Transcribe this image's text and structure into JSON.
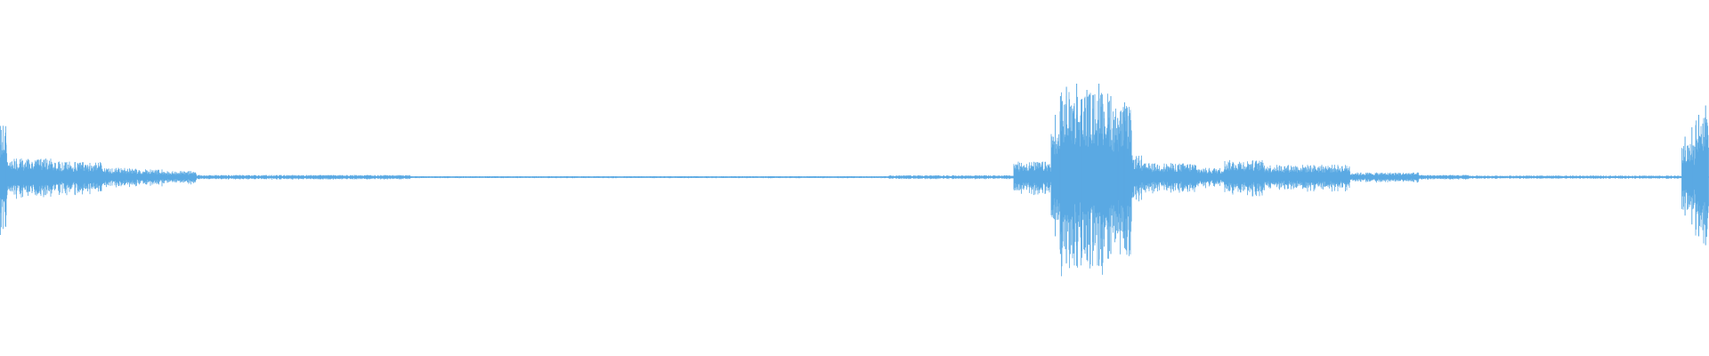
{
  "waveform": {
    "color": "#5aa9e3",
    "amplitude_scale": "linear",
    "peak_segments": [
      {
        "start": 0.0,
        "end": 0.004,
        "peak": 0.34
      },
      {
        "start": 0.004,
        "end": 0.03,
        "peak": 0.12
      },
      {
        "start": 0.03,
        "end": 0.06,
        "peak": 0.1
      },
      {
        "start": 0.06,
        "end": 0.08,
        "peak": 0.06
      },
      {
        "start": 0.08,
        "end": 0.095,
        "peak": 0.05
      },
      {
        "start": 0.095,
        "end": 0.115,
        "peak": 0.04
      },
      {
        "start": 0.115,
        "end": 0.24,
        "peak": 0.014
      },
      {
        "start": 0.24,
        "end": 0.52,
        "peak": 0.006
      },
      {
        "start": 0.52,
        "end": 0.593,
        "peak": 0.012
      },
      {
        "start": 0.593,
        "end": 0.615,
        "peak": 0.1
      },
      {
        "start": 0.615,
        "end": 0.62,
        "peak": 0.3
      },
      {
        "start": 0.62,
        "end": 0.65,
        "peak": 0.55
      },
      {
        "start": 0.65,
        "end": 0.662,
        "peak": 0.46
      },
      {
        "start": 0.662,
        "end": 0.668,
        "peak": 0.14
      },
      {
        "start": 0.668,
        "end": 0.7,
        "peak": 0.09
      },
      {
        "start": 0.7,
        "end": 0.716,
        "peak": 0.06
      },
      {
        "start": 0.716,
        "end": 0.74,
        "peak": 0.11
      },
      {
        "start": 0.74,
        "end": 0.79,
        "peak": 0.08
      },
      {
        "start": 0.79,
        "end": 0.83,
        "peak": 0.03
      },
      {
        "start": 0.83,
        "end": 0.86,
        "peak": 0.014
      },
      {
        "start": 0.86,
        "end": 0.984,
        "peak": 0.01
      },
      {
        "start": 0.984,
        "end": 0.992,
        "peak": 0.22
      },
      {
        "start": 0.992,
        "end": 1.0,
        "peak": 0.4
      }
    ],
    "spikes": [
      {
        "t": 0.0035,
        "peak": 0.22
      },
      {
        "t": 0.6175,
        "peak": 0.4
      },
      {
        "t": 0.6205,
        "peak": 0.52
      },
      {
        "t": 0.624,
        "peak": 0.58
      },
      {
        "t": 0.627,
        "peak": 0.46
      },
      {
        "t": 0.63,
        "peak": 0.6
      },
      {
        "t": 0.633,
        "peak": 0.5
      },
      {
        "t": 0.636,
        "peak": 0.56
      },
      {
        "t": 0.6395,
        "peak": 0.44
      },
      {
        "t": 0.643,
        "peak": 0.6
      },
      {
        "t": 0.646,
        "peak": 0.42
      },
      {
        "t": 0.65,
        "peak": 0.52
      },
      {
        "t": 0.654,
        "peak": 0.38
      },
      {
        "t": 0.658,
        "peak": 0.48
      },
      {
        "t": 0.662,
        "peak": 0.3
      },
      {
        "t": 0.986,
        "peak": 0.26
      },
      {
        "t": 0.99,
        "peak": 0.32
      },
      {
        "t": 0.994,
        "peak": 0.4
      },
      {
        "t": 0.998,
        "peak": 0.46
      }
    ]
  }
}
